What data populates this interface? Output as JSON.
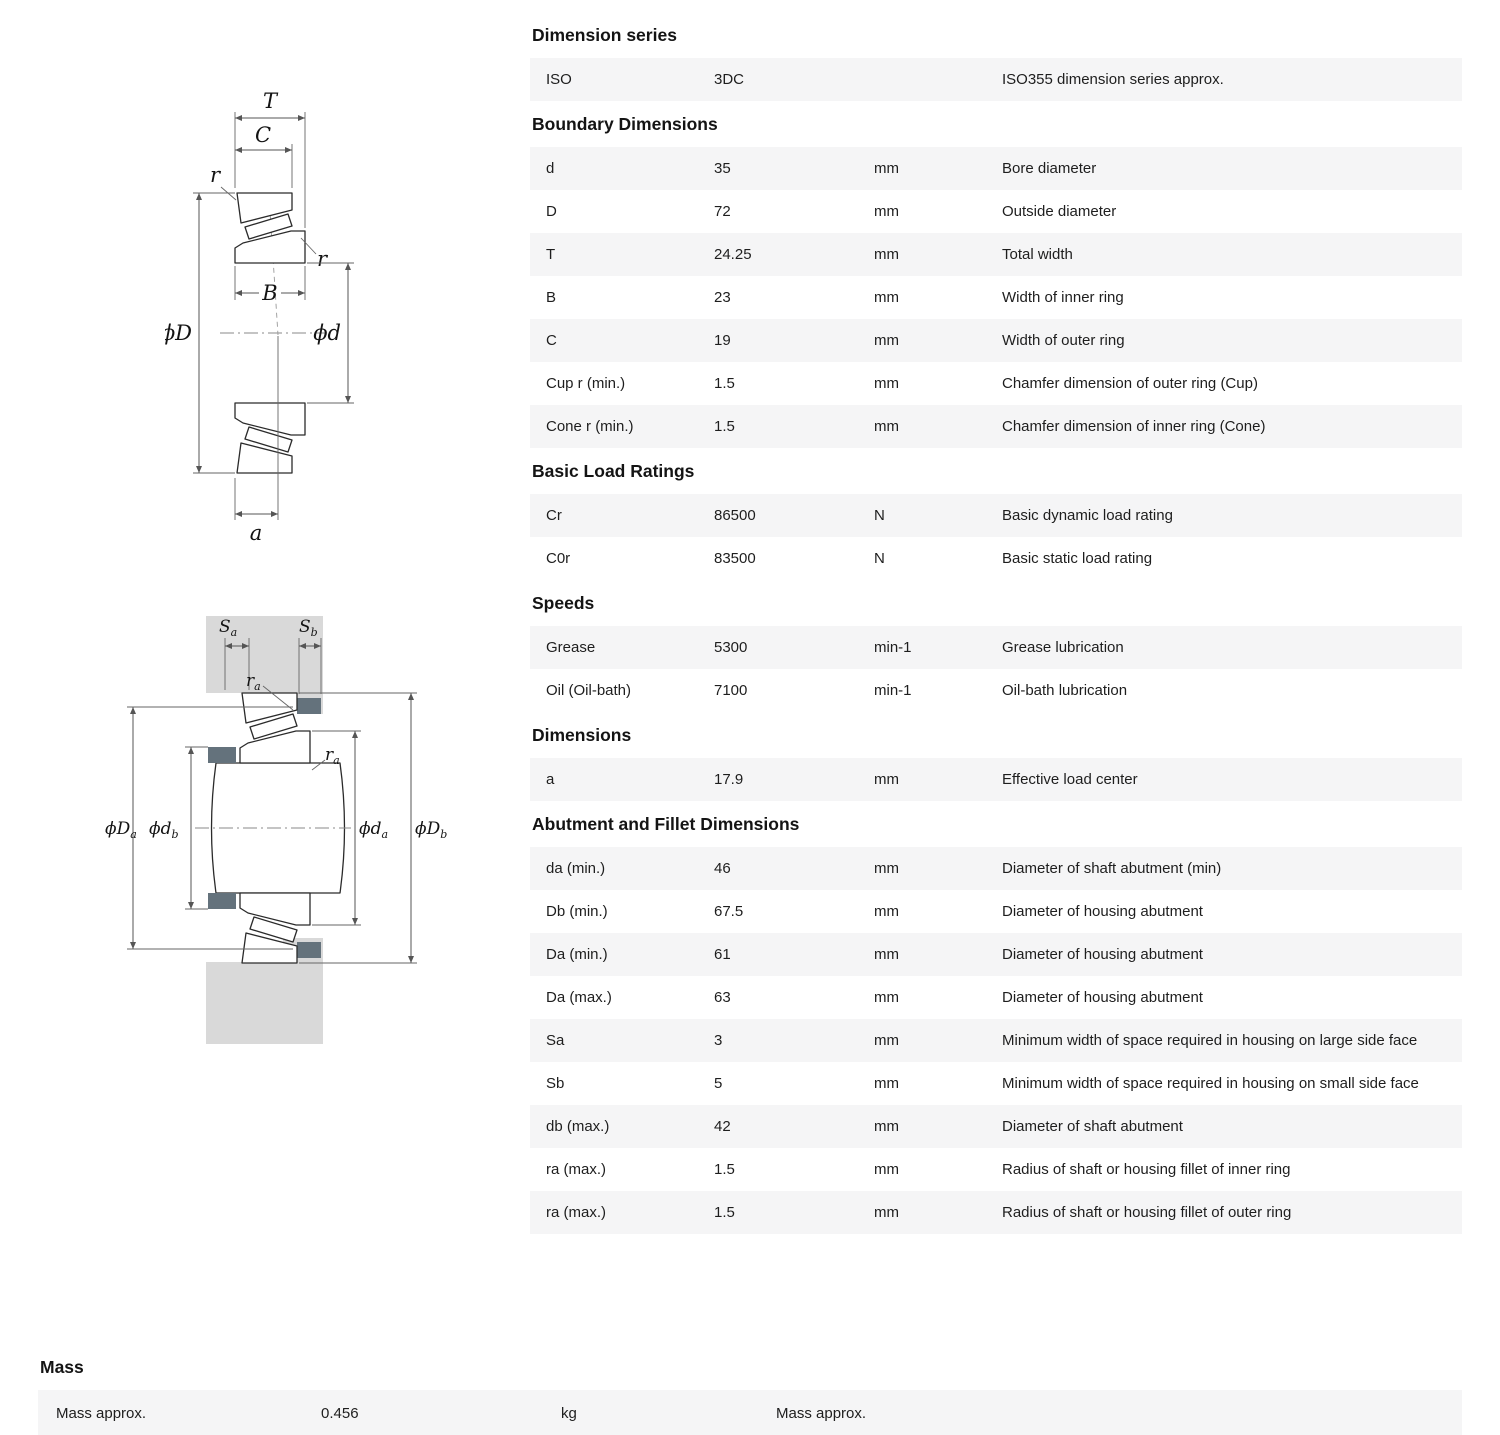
{
  "colors": {
    "row_alt": "#f5f5f6",
    "housing_gray": "#d9d9d9",
    "shoulder_slate": "#64727c"
  },
  "table": {
    "sections": [
      {
        "title": "Dimension series",
        "rows": [
          {
            "label": "ISO",
            "value": "3DC",
            "unit": "",
            "desc": "ISO355 dimension series approx."
          }
        ]
      },
      {
        "title": "Boundary Dimensions",
        "rows": [
          {
            "label": "d",
            "value": "35",
            "unit": "mm",
            "desc": "Bore diameter"
          },
          {
            "label": "D",
            "value": "72",
            "unit": "mm",
            "desc": "Outside diameter"
          },
          {
            "label": "T",
            "value": "24.25",
            "unit": "mm",
            "desc": "Total width"
          },
          {
            "label": "B",
            "value": "23",
            "unit": "mm",
            "desc": "Width of inner ring"
          },
          {
            "label": "C",
            "value": "19",
            "unit": "mm",
            "desc": "Width of outer ring"
          },
          {
            "label": "Cup r (min.)",
            "value": "1.5",
            "unit": "mm",
            "desc": "Chamfer dimension of outer ring (Cup)"
          },
          {
            "label": "Cone r (min.)",
            "value": "1.5",
            "unit": "mm",
            "desc": "Chamfer dimension of inner ring (Cone)"
          }
        ]
      },
      {
        "title": "Basic Load Ratings",
        "rows": [
          {
            "label": "Cr",
            "value": "86500",
            "unit": "N",
            "desc": "Basic dynamic load rating"
          },
          {
            "label": "C0r",
            "value": "83500",
            "unit": "N",
            "desc": "Basic static load rating"
          }
        ]
      },
      {
        "title": "Speeds",
        "rows": [
          {
            "label": "Grease",
            "value": "5300",
            "unit": "min-1",
            "desc": "Grease lubrication"
          },
          {
            "label": "Oil (Oil-bath)",
            "value": "7100",
            "unit": "min-1",
            "desc": "Oil-bath lubrication"
          }
        ]
      },
      {
        "title": "Dimensions",
        "rows": [
          {
            "label": "a",
            "value": "17.9",
            "unit": "mm",
            "desc": "Effective load center"
          }
        ]
      },
      {
        "title": "Abutment and Fillet Dimensions",
        "rows": [
          {
            "label": "da (min.)",
            "value": "46",
            "unit": "mm",
            "desc": "Diameter of shaft abutment (min)"
          },
          {
            "label": "Db (min.)",
            "value": "67.5",
            "unit": "mm",
            "desc": "Diameter of housing abutment"
          },
          {
            "label": "Da (min.)",
            "value": "61",
            "unit": "mm",
            "desc": "Diameter of housing abutment"
          },
          {
            "label": "Da (max.)",
            "value": "63",
            "unit": "mm",
            "desc": "Diameter of housing abutment"
          },
          {
            "label": "Sa",
            "value": "3",
            "unit": "mm",
            "desc": "Minimum width of space required in housing on large side face"
          },
          {
            "label": "Sb",
            "value": "5",
            "unit": "mm",
            "desc": "Minimum width of space required in housing on small side face"
          },
          {
            "label": "db (max.)",
            "value": "42",
            "unit": "mm",
            "desc": "Diameter of shaft abutment"
          },
          {
            "label": "ra (max.)",
            "value": "1.5",
            "unit": "mm",
            "desc": "Radius of shaft or housing fillet of inner ring"
          },
          {
            "label": "ra (max.)",
            "value": "1.5",
            "unit": "mm",
            "desc": "Radius of shaft or housing fillet of outer ring"
          }
        ]
      }
    ]
  },
  "mass": {
    "title": "Mass",
    "row": {
      "label": "Mass approx.",
      "value": "0.456",
      "unit": "kg",
      "desc": "Mass approx."
    }
  },
  "diagram1": {
    "labels": {
      "T": "T",
      "C": "C",
      "r1": "r",
      "r2": "r",
      "B": "B",
      "phiD": "ϕD",
      "phid": "ϕd",
      "a": "a"
    }
  },
  "diagram2": {
    "labels": {
      "Sa_main": "S",
      "Sa_sub": "a",
      "Sb_main": "S",
      "Sb_sub": "b",
      "ra1_main": "r",
      "ra1_sub": "a",
      "ra2_main": "r",
      "ra2_sub": "a",
      "phiDa_main": "ϕD",
      "phiDa_sub": "a",
      "phidb_main": "ϕd",
      "phidb_sub": "b",
      "phida_main": "ϕd",
      "phida_sub": "a",
      "phiDb_main": "ϕD",
      "phiDb_sub": "b"
    }
  }
}
